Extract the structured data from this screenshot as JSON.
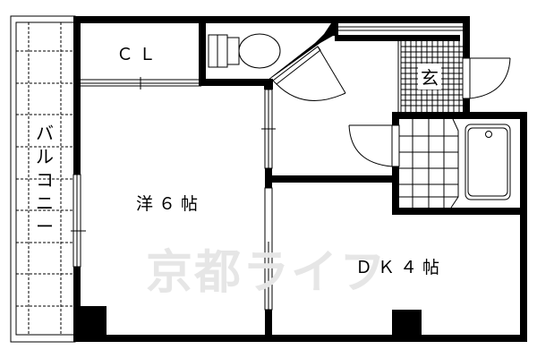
{
  "plan": {
    "type": "floor-plan",
    "layout": "1DK",
    "colors": {
      "wall": "#000000",
      "background": "#ffffff",
      "watermark": "#e6e6e6"
    }
  },
  "rooms": {
    "closet": {
      "label": "ＣＬ"
    },
    "western_room": {
      "label": "洋６帖",
      "type": "洋室",
      "size_jo": 6
    },
    "dining_kitchen": {
      "label": "ＤＫ４帖",
      "type": "DK",
      "size_jo": 4
    },
    "entrance": {
      "label": "玄"
    },
    "balcony": {
      "label": "バルコニー",
      "chars": [
        "バ",
        "ル",
        "コ",
        "ニ",
        "ー"
      ]
    },
    "toilet": {
      "label": ""
    },
    "bathroom": {
      "label": ""
    }
  },
  "watermark": {
    "text": "京都ライフ"
  }
}
